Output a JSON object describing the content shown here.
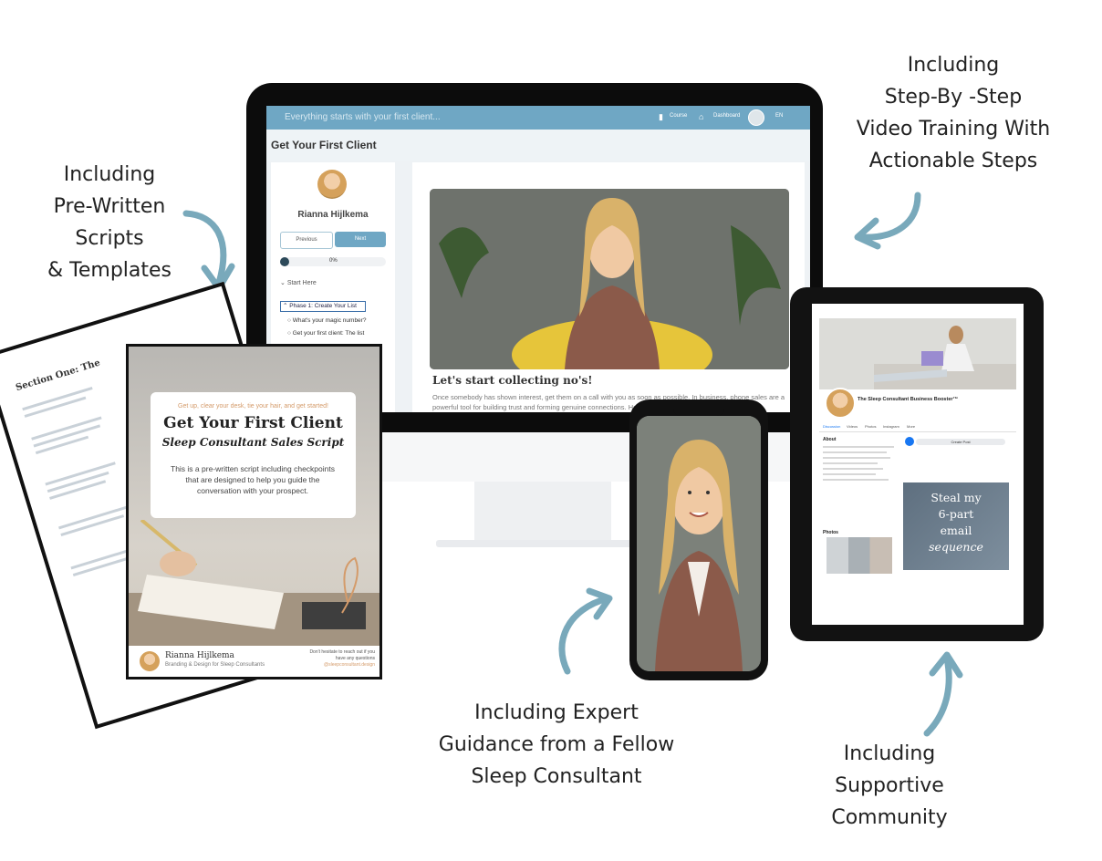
{
  "captions": {
    "scripts": "Including\nPre-Written\nScripts\n& Templates",
    "video": "Including\nStep-By -Step\nVideo Training With\nActionable Steps",
    "guidance": "Including Expert\nGuidance from a Fellow\nSleep Consultant",
    "community": "Including\nSupportive\nCommunity"
  },
  "monitor": {
    "tagline": "Everything starts with your first client...",
    "nav_course": "Course",
    "nav_dashboard": "Dashboard",
    "nav_lang": "EN",
    "page_title": "Get Your First Client",
    "instructor": "Rianna Hijlkema",
    "prev_label": "Previous",
    "next_label": "Next",
    "progress_label": "0%",
    "progress_value": 0,
    "section_label": "Start Here",
    "phase_label": "Phase 1: Create Your List",
    "lessons": [
      "What's your magic number?",
      "Get your first client: The list"
    ],
    "lesson_title": "Let's start collecting no's!",
    "lesson_body": "Once somebody has shown interest, get them on a call with you as soon as possible. In business, phone sales are a powerful tool for building trust and forming genuine connections. Hearing some..."
  },
  "document": {
    "back_heading": "Section One: The",
    "kicker": "Get up, clear your desk, tie your hair, and get started!",
    "title": "Get Your First Client",
    "subtitle": "Sleep Consultant Sales Script",
    "description": "This is a pre-written script including checkpoints that are designed to help you guide the conversation with your prospect.",
    "author": "Rianna Hijlkema",
    "author_tagline": "Branding & Design for Sleep Consultants",
    "footer_note": "Don't hesitate to reach out if you have any questions",
    "footer_link": "@sleepconsultant.design"
  },
  "tablet": {
    "group_name": "The Sleep Consultant Business Booster™",
    "tabs": [
      "Discussion",
      "Videos",
      "Photos",
      "Instagram",
      "More"
    ],
    "about_heading": "About",
    "create_post": "Create Post",
    "post_title_1": "Steal my",
    "post_title_2": "6-part",
    "post_title_3": "email",
    "post_title_4": "sequence",
    "photos_heading": "Photos"
  },
  "colors": {
    "accent": "#6fa7c4",
    "arrow": "#79a9bb",
    "kicker": "#d49b6a"
  }
}
